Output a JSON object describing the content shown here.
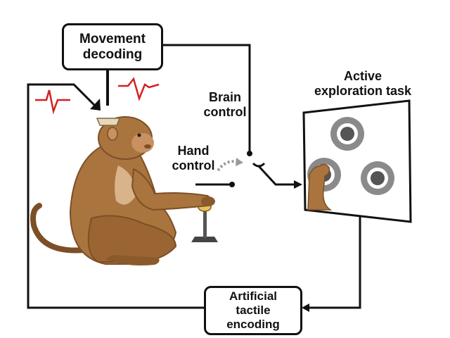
{
  "boxes": {
    "movement_decoding": {
      "line1": "Movement",
      "line2": "decoding"
    },
    "artificial_tactile_encoding": {
      "line1": "Artificial",
      "line2": "tactile",
      "line3": "encoding"
    }
  },
  "labels": {
    "brain_control": {
      "line1": "Brain",
      "line2": "control"
    },
    "hand_control": {
      "line1": "Hand",
      "line2": "control"
    },
    "active_exploration_task": {
      "line1": "Active",
      "line2": "exploration task"
    }
  },
  "colors": {
    "line": "#111111",
    "spike": "#d42020",
    "fur": "#a9743e",
    "fur_dark": "#7d4f26",
    "fur_light": "#d9b48a",
    "target_outer": "#8a8a8a",
    "target_ring": "#ffffff",
    "target_inner": "#555555",
    "gray_arrow": "#9a9a9a"
  }
}
